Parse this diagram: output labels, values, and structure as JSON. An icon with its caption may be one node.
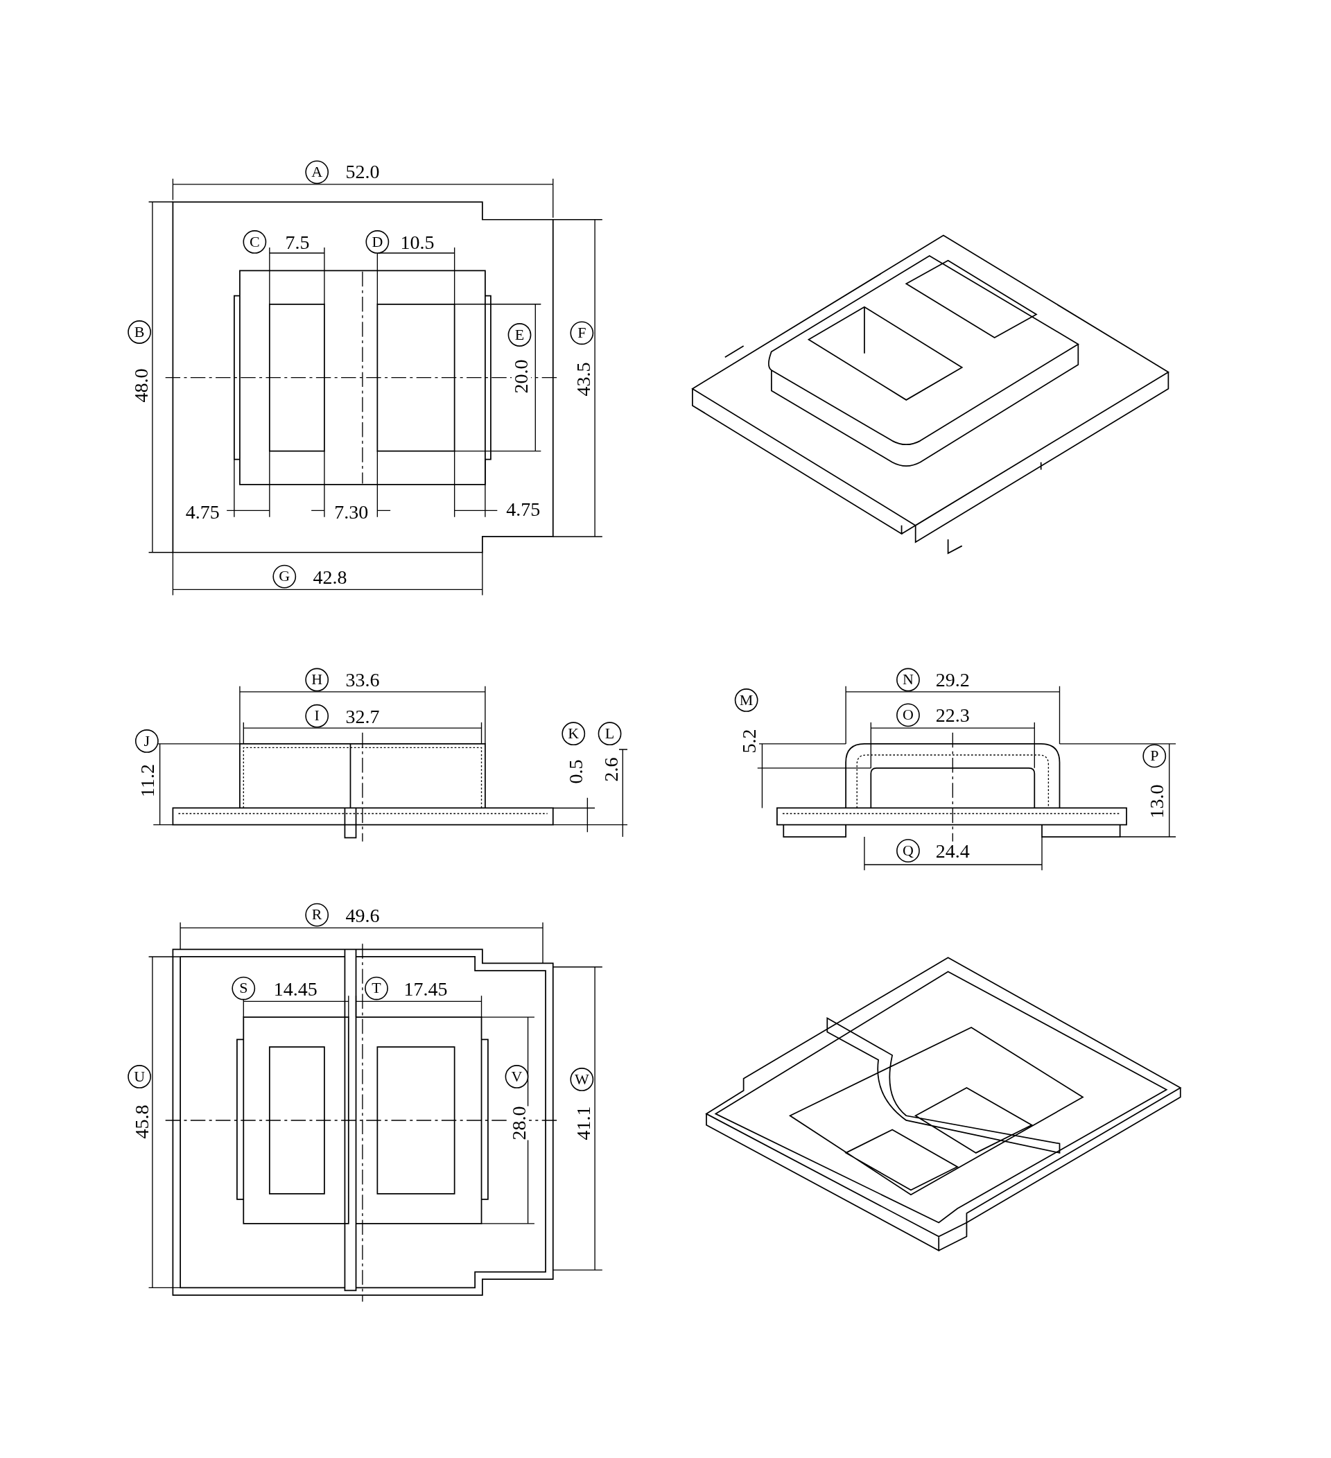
{
  "diagram": {
    "labels": [
      "A",
      "52.0",
      "C",
      "7.5",
      "D",
      "10.5",
      "B",
      "48.0",
      "E",
      "20.0",
      "F",
      "43.5",
      "4.75",
      "7.30",
      "4.75",
      "G",
      "42.8",
      "H",
      "33.6",
      "I",
      "32.7",
      "J",
      "11.2",
      "K",
      "L",
      "0.5",
      "2.6",
      "N",
      "29.2",
      "M",
      "5.2",
      "O",
      "22.3",
      "P",
      "13.0",
      "Q",
      "24.4",
      "R",
      "49.6",
      "S",
      "14.45",
      "T",
      "17.45",
      "U",
      "45.8",
      "V",
      "28.0",
      "W",
      "41.1"
    ]
  }
}
